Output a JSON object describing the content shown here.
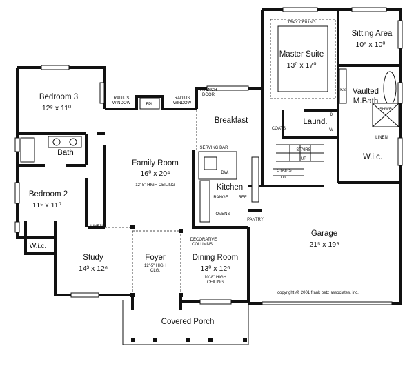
{
  "rooms": {
    "bedroom3": {
      "name": "Bedroom 3",
      "dim": "12⁸ x 11⁰"
    },
    "bath": {
      "name": "Bath"
    },
    "bedroom2": {
      "name": "Bedroom 2",
      "dim": "11⁵ x 11⁰"
    },
    "wic_left": {
      "name": "W.i.c."
    },
    "linen_left": {
      "name": "LINEN"
    },
    "study": {
      "name": "Study",
      "dim": "14³ x 12⁶"
    },
    "family": {
      "name": "Family Room",
      "dim": "16⁰ x 20⁴",
      "note": "12'-5\" HIGH CEILING"
    },
    "foyer": {
      "name": "Foyer",
      "note1": "12'-5\" HIGH",
      "note2": "CLG."
    },
    "breakfast": {
      "name": "Breakfast"
    },
    "kitchen": {
      "name": "Kitchen"
    },
    "dining": {
      "name": "Dining Room",
      "dim": "13⁰ x 12⁶",
      "note1": "10'-8\" HIGH",
      "note2": "CEILING"
    },
    "porch": {
      "name": "Covered Porch"
    },
    "master": {
      "name": "Master Suite",
      "dim": "13⁰ x 17⁰"
    },
    "sitting": {
      "name": "Sitting Area",
      "dim": "10⁵ x 10⁰"
    },
    "vaulted_bath": {
      "name1": "Vaulted",
      "name2": "M.Bath"
    },
    "laund": {
      "name": "Laund."
    },
    "wic_right": {
      "name": "W.i.c."
    },
    "garage": {
      "name": "Garage",
      "dim": "21⁵ x 19⁹"
    }
  },
  "labels": {
    "radius_window_1a": "RADIUS",
    "radius_window_1b": "WINDOW",
    "radius_window_2a": "RADIUS",
    "radius_window_2b": "WINDOW",
    "fpl": "FPL",
    "french_door_a": "FRENCH",
    "french_door_b": "DOOR",
    "serving_bar": "SERVING BAR",
    "dw": "DW.",
    "range": "RANGE",
    "ref": "REF.",
    "ovens": "OVENS",
    "pantry": "PANTRY",
    "coats": "COATS",
    "d": "D",
    "w": "W",
    "stairs_up_a": "STAIRS",
    "stairs_up_b": "UP",
    "stairs_dn_a": "STAIRS",
    "stairs_dn_b": "DN.",
    "tray_ceiling": "TRAY CEILING",
    "ks": "KS.",
    "shwr": "SHWR",
    "linen_right": "LINEN",
    "decorative_columns_a": "DECORATIVE",
    "decorative_columns_b": "COLUMNS"
  },
  "copyright": "copyright @ 2001 frank betz associates, inc."
}
